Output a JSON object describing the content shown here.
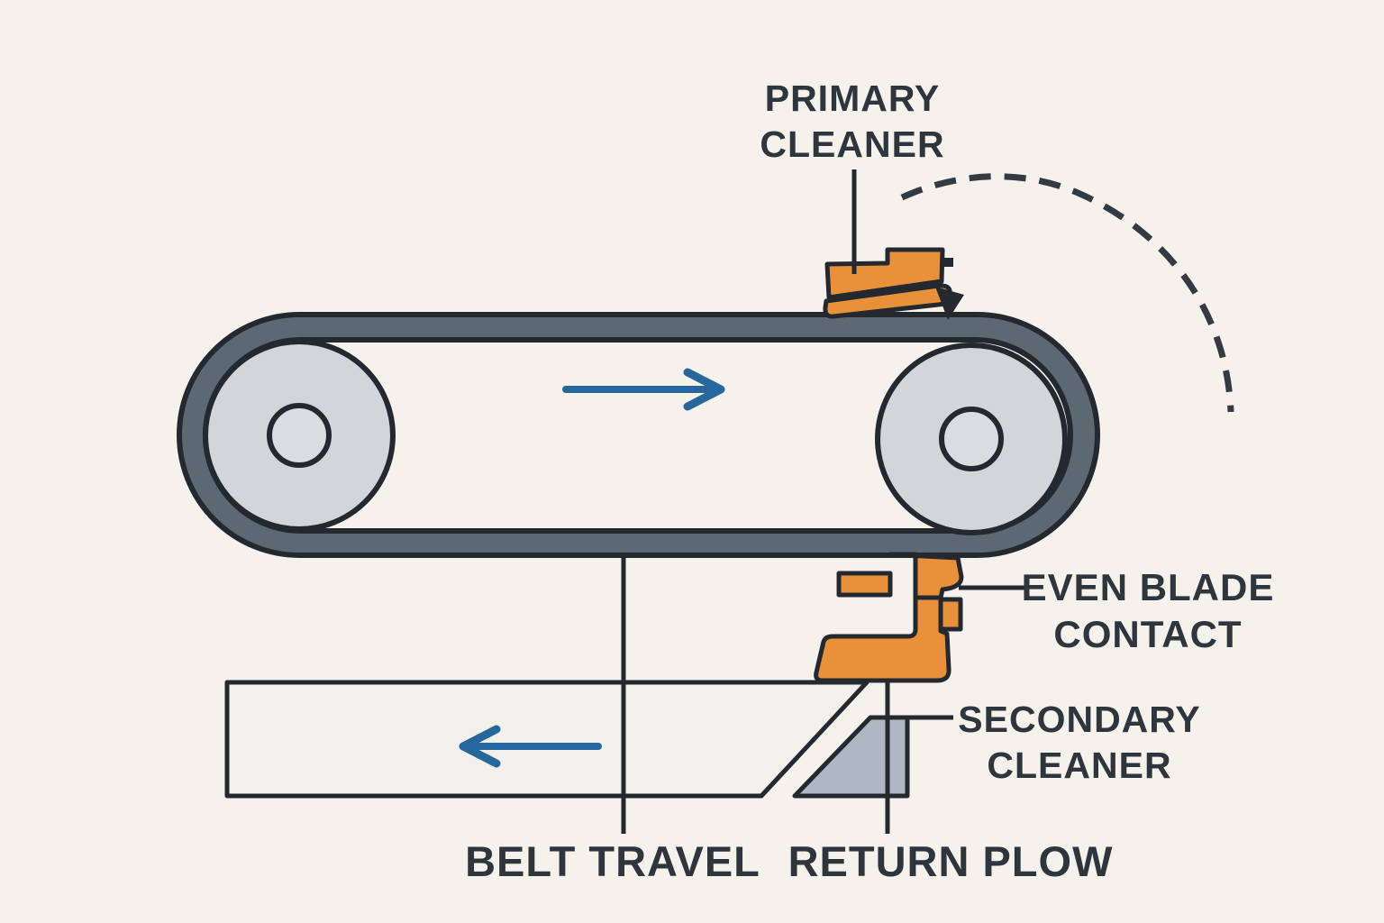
{
  "diagram": {
    "title_semantic": "conveyor-belt-cleaner-diagram",
    "labels": {
      "primary_cleaner": {
        "lines": [
          "PRIMARY",
          "CLEANER"
        ]
      },
      "even_blade_contact": {
        "lines": [
          "EVEN BLADE",
          "CONTACT"
        ]
      },
      "secondary_cleaner": {
        "lines": [
          "SECONDARY",
          "CLEANER"
        ]
      },
      "belt_travel": {
        "text": "BELT TRAVEL"
      },
      "return_plow": {
        "text": "RETURN PLOW"
      }
    },
    "arrows": {
      "top_belt_direction": "right",
      "return_belt_direction": "left"
    },
    "colors": {
      "background": "#F5F2EC",
      "outline": "#23292F",
      "belt_gray": "#5C6972",
      "pulley_gray": "#D2D6D9",
      "hub_gray": "#DADDE0",
      "plow_gray": "#AFB8C2",
      "cleaner_orange": "#E8913A",
      "arrow_blue": "#26679C",
      "text_charcoal": "#2F353C",
      "structure_fill": "#F2F0EA"
    }
  }
}
